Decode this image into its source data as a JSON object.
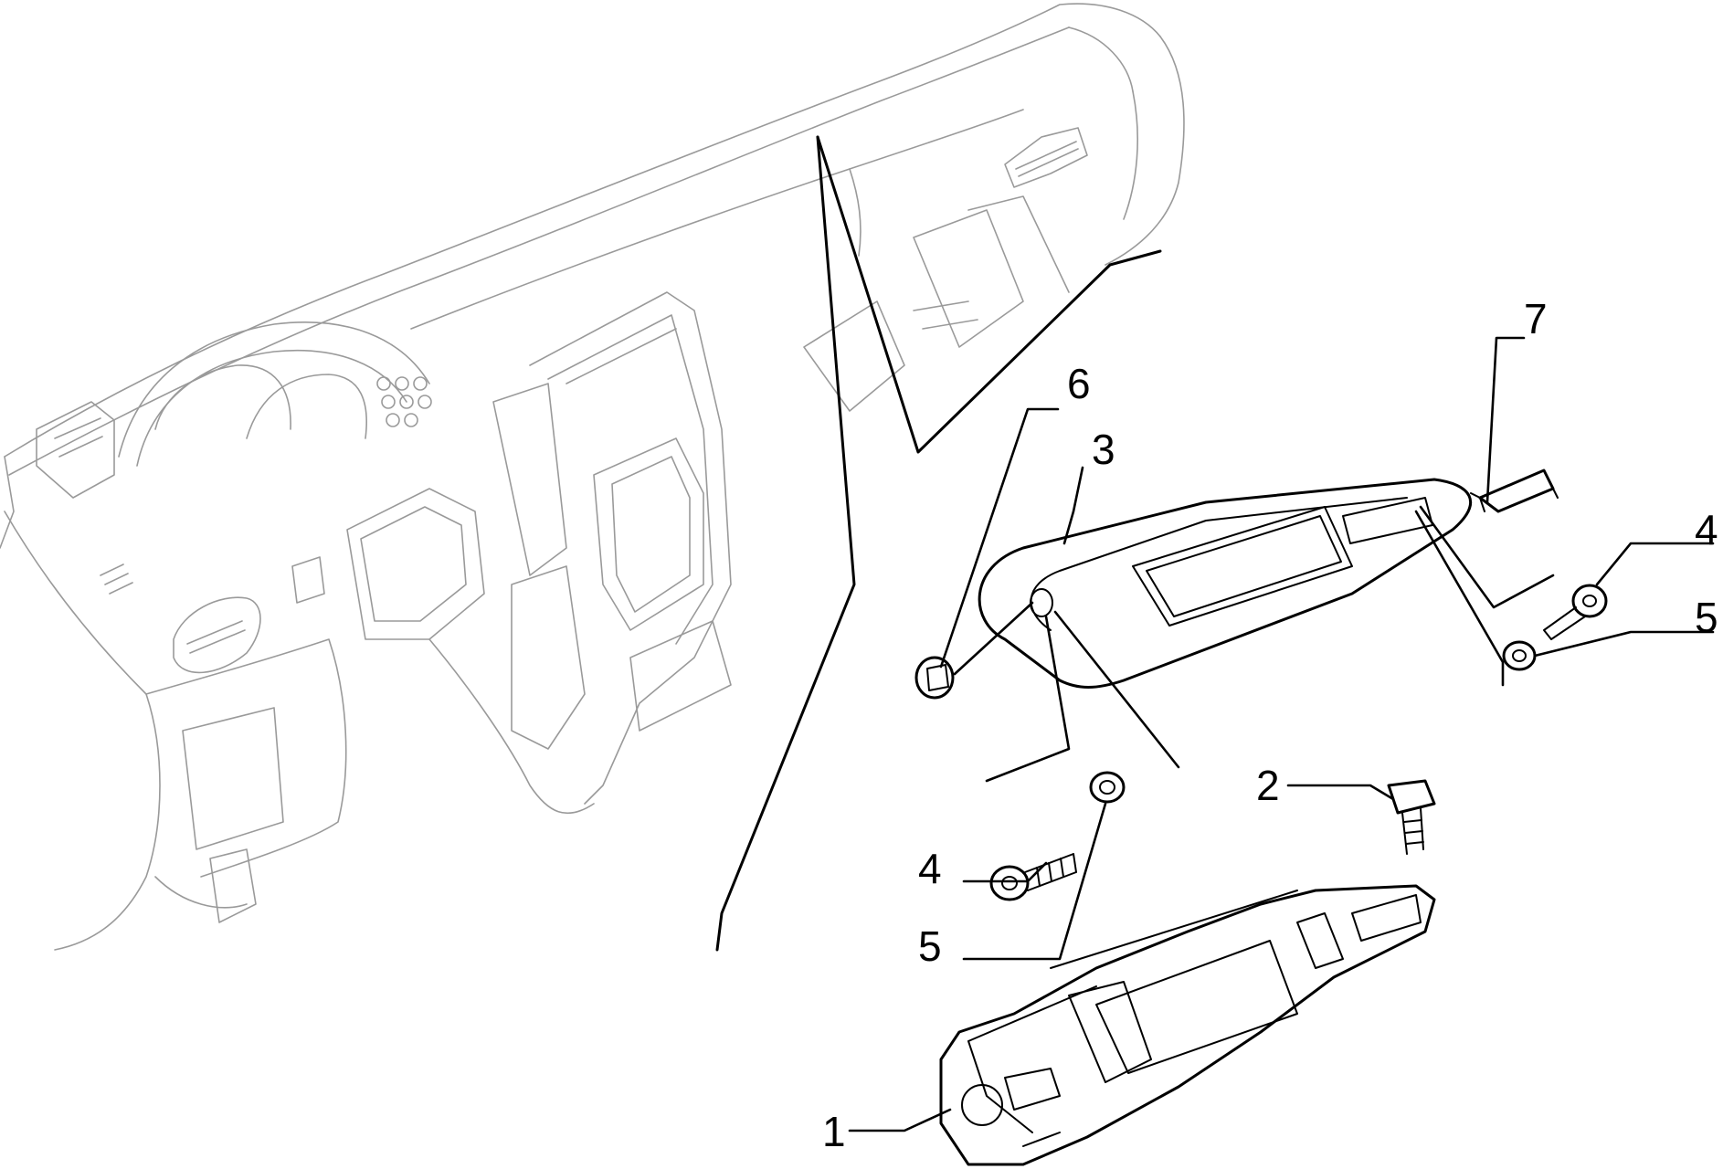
{
  "diagram": {
    "callouts": [
      {
        "id": "1",
        "label": "1"
      },
      {
        "id": "2",
        "label": "2"
      },
      {
        "id": "3",
        "label": "3"
      },
      {
        "id": "4a",
        "label": "4"
      },
      {
        "id": "4b",
        "label": "4"
      },
      {
        "id": "5a",
        "label": "5"
      },
      {
        "id": "5b",
        "label": "5"
      },
      {
        "id": "6",
        "label": "6"
      },
      {
        "id": "7",
        "label": "7"
      }
    ]
  }
}
